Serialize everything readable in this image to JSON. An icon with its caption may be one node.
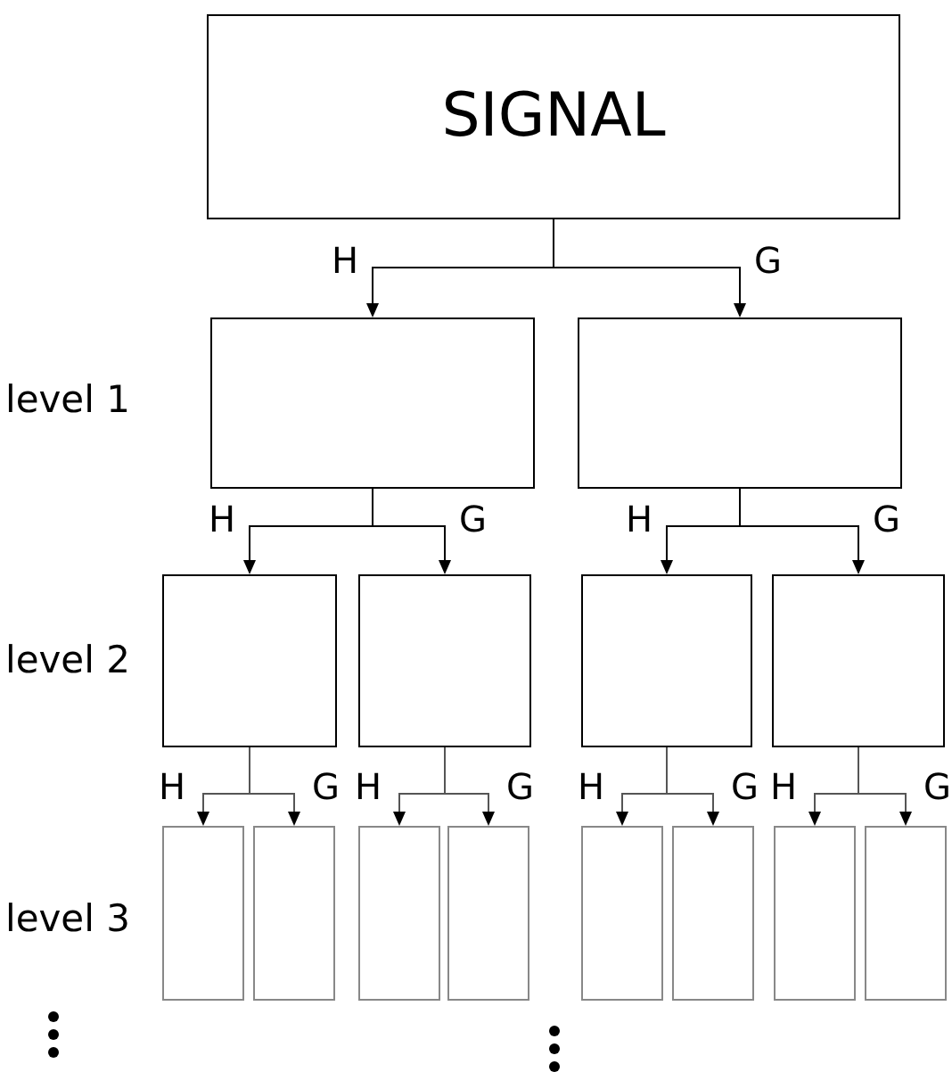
{
  "diagram": {
    "nodes": [
      {
        "text": [
          "SIGNAL"
        ]
      },
      {
        "text": [],
        "shape": "box"
      },
      {
        "text": [],
        "shape": "box"
      },
      {
        "text": [],
        "shape": "box"
      },
      {
        "text": [],
        "shape": "box"
      },
      {
        "text": [],
        "shape": "box"
      },
      {
        "text": [],
        "shape": "box"
      },
      {
        "text": [],
        "shape": "box"
      },
      {
        "text": [],
        "shape": "box"
      },
      {
        "text": [],
        "shape": "box"
      },
      {
        "text": [],
        "shape": "box"
      },
      {
        "text": [],
        "shape": "box"
      },
      {
        "text": [],
        "shape": "box"
      },
      {
        "text": [],
        "shape": "box"
      },
      {
        "text": [],
        "shape": "box"
      }
    ],
    "edges": [
      {
        "from": 0,
        "to": 1,
        "arrow": "to",
        "label": "H"
      },
      {
        "from": 0,
        "to": 2,
        "arrow": "to",
        "label": "G"
      },
      {
        "from": 1,
        "to": 3,
        "arrow": "to",
        "label": "H"
      },
      {
        "from": 1,
        "to": 4,
        "arrow": "to",
        "label": "G"
      },
      {
        "from": 2,
        "to": 5,
        "arrow": "to",
        "label": "H"
      },
      {
        "from": 2,
        "to": 6,
        "arrow": "to",
        "label": "G"
      },
      {
        "from": 3,
        "to": 7,
        "arrow": "to",
        "label": "H"
      },
      {
        "from": 3,
        "to": 8,
        "arrow": "to",
        "label": "G"
      },
      {
        "from": 4,
        "to": 9,
        "arrow": "to",
        "label": "H"
      },
      {
        "from": 4,
        "to": 10,
        "arrow": "to",
        "label": "G"
      },
      {
        "from": 5,
        "to": 11,
        "arrow": "to",
        "label": "H"
      },
      {
        "from": 5,
        "to": 12,
        "arrow": "to",
        "label": "G"
      },
      {
        "from": 6,
        "to": 13,
        "arrow": "to",
        "label": "H"
      },
      {
        "from": 6,
        "to": 14,
        "arrow": "to",
        "label": "G"
      }
    ],
    "labels": [
      "level 1",
      "level 2",
      "level 3"
    ]
  }
}
